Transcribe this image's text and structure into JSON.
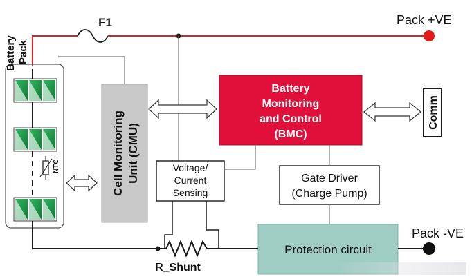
{
  "title_battery_pack": [
    "Battery",
    "Pack"
  ],
  "fuse_label": "F1",
  "pack_pos_label": "Pack +VE",
  "pack_neg_label": "Pack -VE",
  "ntc_label": "NTC",
  "cmu": {
    "lines": [
      "Cell Monitoring",
      "Unit (CMU)"
    ]
  },
  "bmc": {
    "lines": [
      "Battery",
      "Monitoring",
      "and Control",
      "(BMC)"
    ]
  },
  "comm_label": "Comm",
  "sensing": {
    "lines": [
      "Voltage/",
      "Current",
      "Sensing"
    ]
  },
  "gate_driver": {
    "lines": [
      "Gate Driver",
      "(Charge Pump)"
    ]
  },
  "protection_label": "Protection circuit",
  "shunt_label": "R_Shunt",
  "colors": {
    "bmc_fill": "#e0103a",
    "cmu_fill": "#c8c8c8",
    "protection_fill": "#9fcdc3",
    "cell_green": "#1a9a48",
    "positive_wire": "#e02020",
    "wire": "#1a1a1a"
  }
}
